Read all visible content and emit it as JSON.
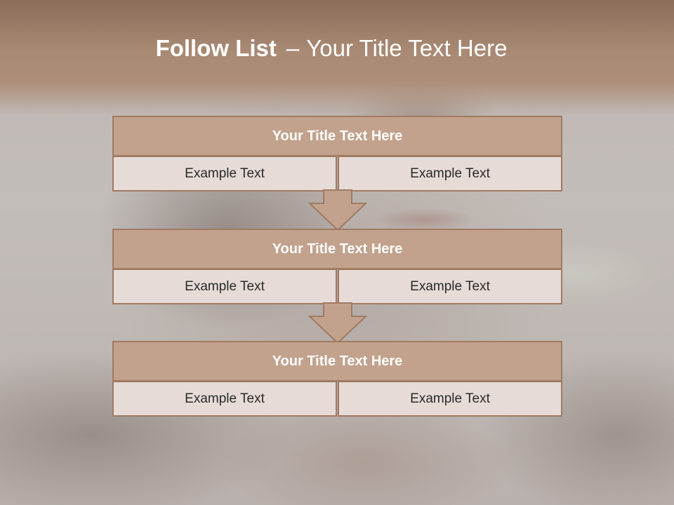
{
  "slide": {
    "title_bold": "Follow List",
    "title_dash": "–",
    "title_rest": "Your Title Text Here"
  },
  "blocks": [
    {
      "title": "Your Title Text Here",
      "left": "Example Text",
      "right": "Example Text"
    },
    {
      "title": "Your Title Text Here",
      "left": "Example Text",
      "right": "Example Text"
    },
    {
      "title": "Your Title Text Here",
      "left": "Example Text",
      "right": "Example Text"
    }
  ],
  "colors": {
    "header_fill": "#c2a28c",
    "cell_fill": "#e6dbd7",
    "border": "#a07b62",
    "title_band": "#a98a74"
  },
  "icons": [
    "down-arrow-icon"
  ]
}
